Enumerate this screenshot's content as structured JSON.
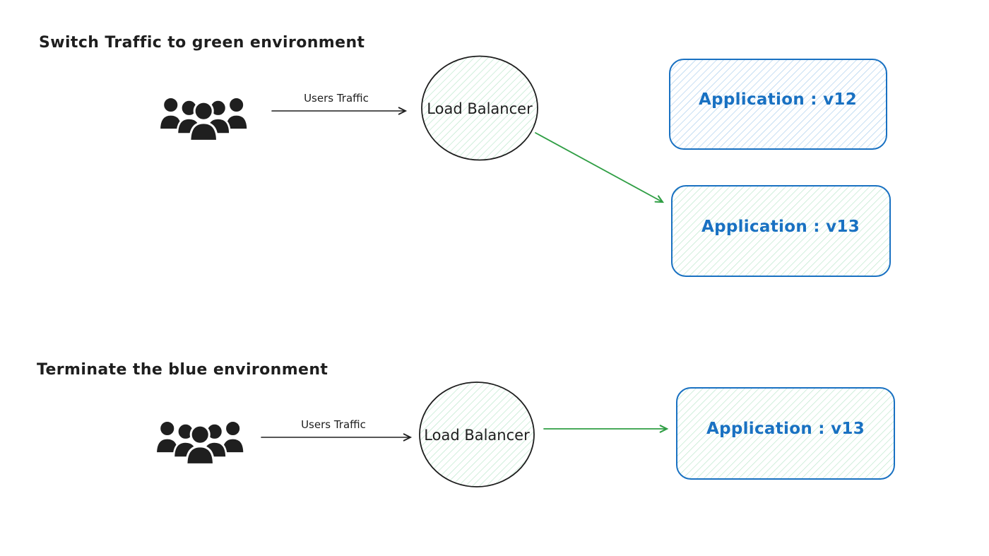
{
  "diagram_type": "blue-green-deployment-diagram",
  "colors": {
    "ink": "#1e1e1e",
    "blue": "#1971c2",
    "green": "#2f9e44",
    "blue_hatch": "#a7cdec",
    "green_hatch": "#b9e6ca",
    "icon_black": "#1f1f1f",
    "background": "#ffffff"
  },
  "icons": {
    "users_group": "users-group-icon"
  },
  "sections": [
    {
      "title": "Switch Traffic to green environment",
      "traffic_label": "Users Traffic",
      "load_balancer": "Load Balancer",
      "applications": [
        {
          "label": "Application : v12",
          "theme": "blue"
        },
        {
          "label": "Application : v13",
          "theme": "green"
        }
      ]
    },
    {
      "title": "Terminate the blue environment",
      "traffic_label": "Users Traffic",
      "load_balancer": "Load Balancer",
      "applications": [
        {
          "label": "Application : v13",
          "theme": "green"
        }
      ]
    }
  ]
}
